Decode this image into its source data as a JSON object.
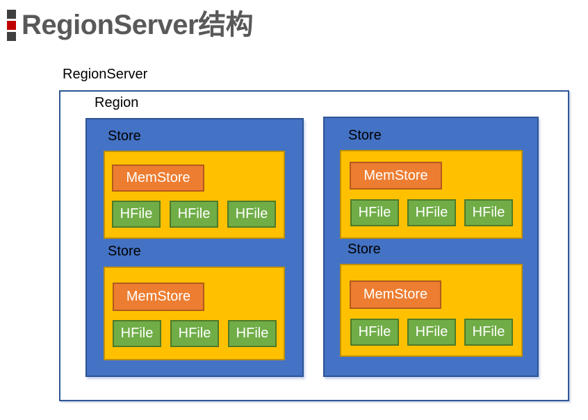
{
  "title": {
    "text": "RegionServer结构"
  },
  "diagram": {
    "server_label": "RegionServer",
    "region_label": "Region",
    "columns": [
      {
        "stores": [
          {
            "label": "Store",
            "memstore_label": "MemStore",
            "hfiles": [
              "HFile",
              "HFile",
              "HFile"
            ]
          },
          {
            "label": "Store",
            "memstore_label": "MemStore",
            "hfiles": [
              "HFile",
              "HFile",
              "HFile"
            ]
          }
        ]
      },
      {
        "stores": [
          {
            "label": "Store",
            "memstore_label": "MemStore",
            "hfiles": [
              "HFile",
              "HFile",
              "HFile"
            ]
          },
          {
            "label": "Store",
            "memstore_label": "MemStore",
            "hfiles": [
              "HFile",
              "HFile",
              "HFile"
            ]
          }
        ]
      }
    ]
  },
  "colors": {
    "title_text": "#595959",
    "bullet_gray": "#3f3f3f",
    "bullet_red": "#c00000",
    "outer_border": "#2f5597",
    "region_fill": "#4472c4",
    "region_border": "#2e5395",
    "store_fill": "#ffc000",
    "store_border": "#bf9000",
    "memstore_fill": "#ed7d31",
    "memstore_border": "#b25a1c",
    "hfile_fill": "#70ad47",
    "hfile_border": "#4f7a28"
  }
}
